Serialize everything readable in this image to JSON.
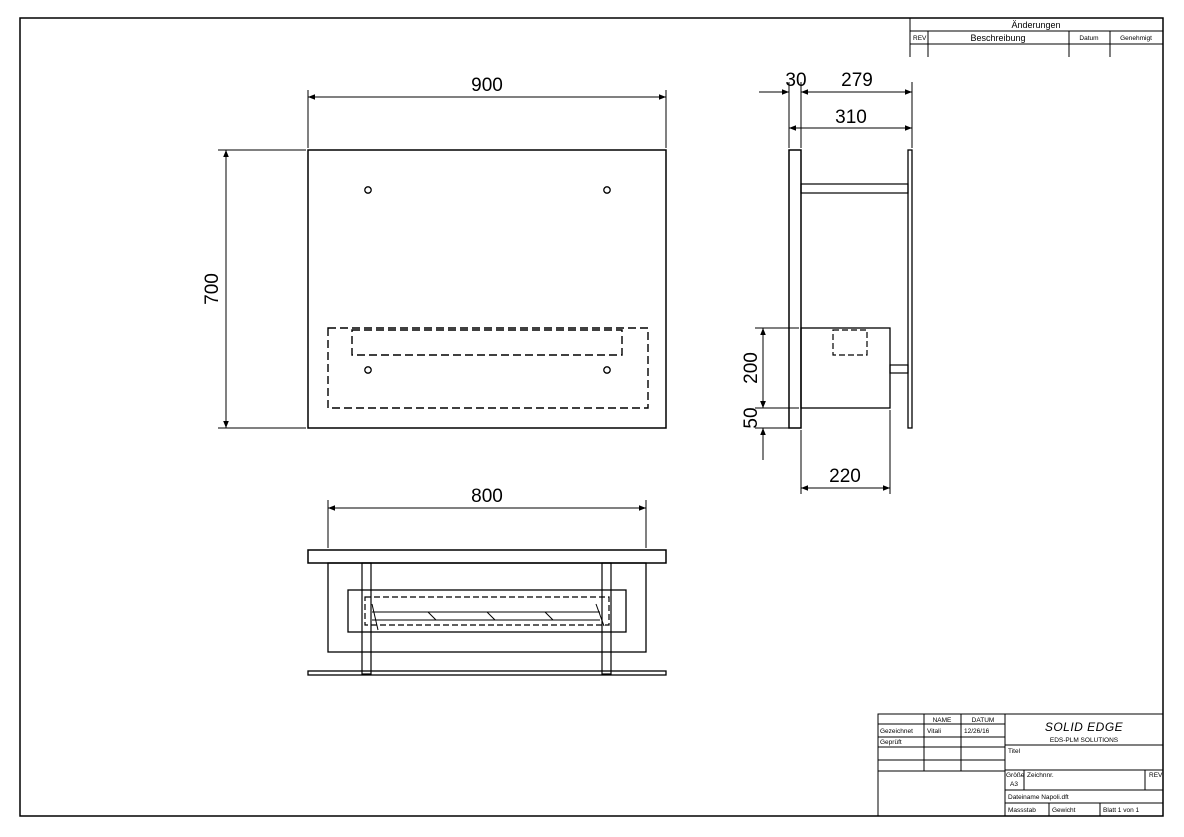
{
  "revision_table": {
    "title": "Änderungen",
    "columns": [
      "REV",
      "Beschreibung",
      "Datum",
      "Genehmigt"
    ]
  },
  "dimensions": {
    "front_width": "900",
    "front_height": "700",
    "top_width": "800",
    "side_thickness": "30",
    "side_depth": "279",
    "side_total": "310",
    "side_box_height": "200",
    "side_bottom_offset": "50",
    "side_box_depth": "220"
  },
  "title_block": {
    "col_name": "NAME",
    "col_datum": "DATUM",
    "row1_label": "Gezeichnet",
    "row1_name": "Vitali",
    "row1_date": "12/26/16",
    "row2_label": "Geprüft",
    "brand": "SOLID EDGE",
    "brand_sub": "EDS-PLM SOLUTIONS",
    "titel_label": "Titel",
    "size_label": "Größe",
    "size_value": "A3",
    "drawing_no_label": "Zeichnnr.",
    "rev_label": "REV",
    "file_name": "Dateiname Napoli.dft",
    "scale_label": "Massstab",
    "weight_label": "Gewicht",
    "sheet_label": "Blatt 1 von 1"
  }
}
